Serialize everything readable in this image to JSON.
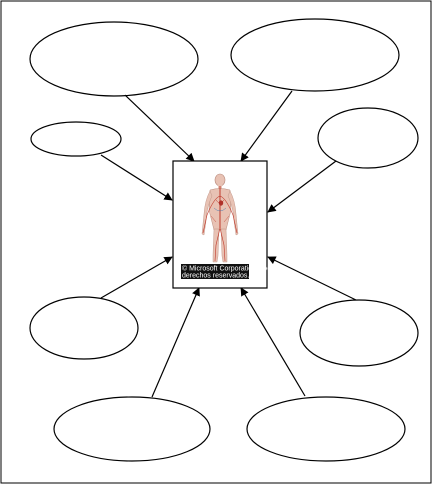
{
  "diagram": {
    "center_image": {
      "subject": "human-circulatory-system-figure",
      "caption_line1": "© Microsoft Corporation. Todos",
      "caption_line2": "derechos reservados."
    },
    "bubbles": [
      {
        "name": "bubble-top-left",
        "text": ""
      },
      {
        "name": "bubble-top-right",
        "text": ""
      },
      {
        "name": "bubble-mid-left",
        "text": ""
      },
      {
        "name": "bubble-mid-right",
        "text": ""
      },
      {
        "name": "bubble-lower-left",
        "text": ""
      },
      {
        "name": "bubble-lower-right",
        "text": ""
      },
      {
        "name": "bubble-bottom-left",
        "text": ""
      },
      {
        "name": "bubble-bottom-right",
        "text": ""
      }
    ],
    "colors": {
      "stroke": "#000000",
      "background": "#ffffff",
      "vessels": "#c0392b",
      "body": "#e8c2b4",
      "caption_bg": "#111111"
    }
  }
}
